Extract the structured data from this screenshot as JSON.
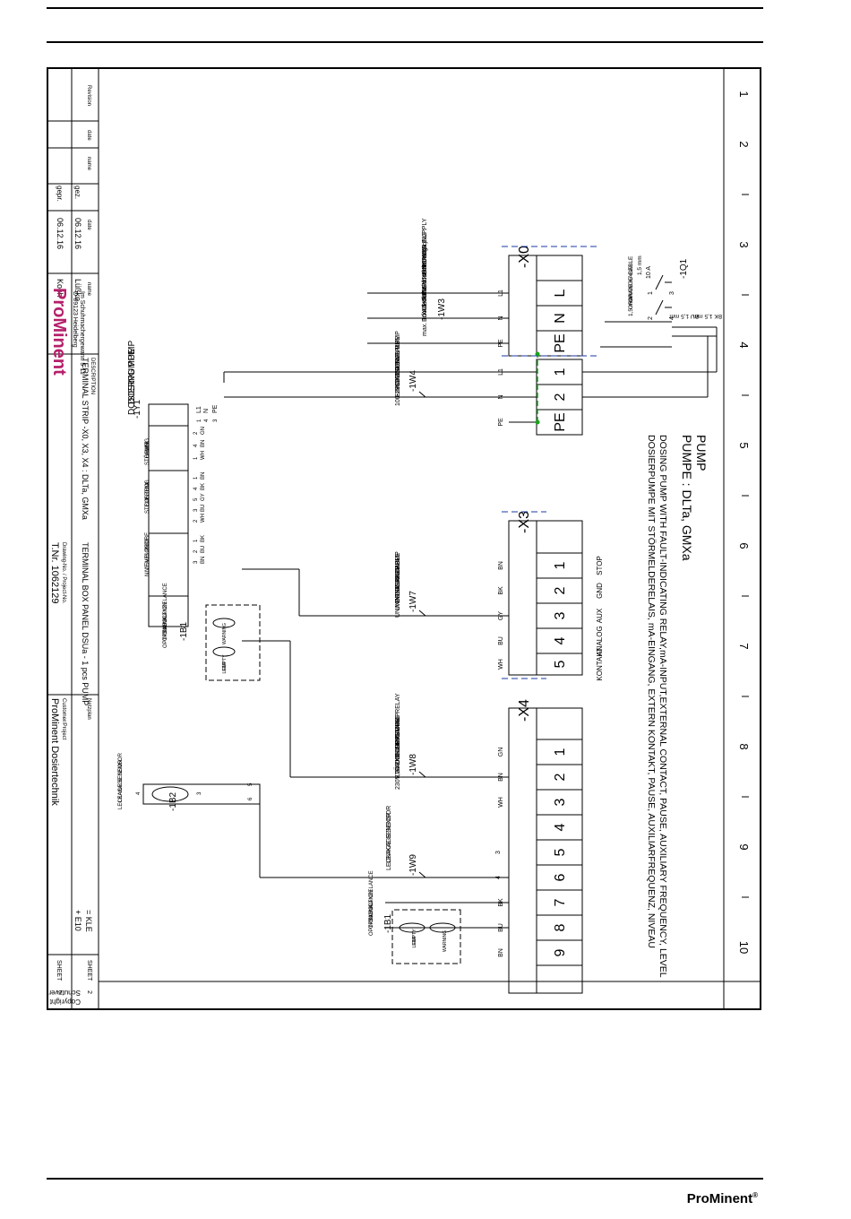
{
  "page": {
    "brand": "ProMinent"
  },
  "diagram": {
    "title": {
      "line1": "PUMP",
      "line2": "PUMPE : DLTa, GMXa",
      "line3": "DOSING PUMP WITH FAULT-INDICATING RELAY,mA-INPUT,EXTERNAL CONTACT, PAUSE, AUXILIARY FREQUENCY, LEVEL",
      "line4": "DOSIERPUMPE MIT STÖRMELDERELAIS, mA-EINGANG, EXTERN KONTAKT, PAUSE, AUXILIARFREQUENZ, NIVEAU"
    },
    "grid_numbers": [
      "1",
      "2",
      "3",
      "4",
      "5",
      "6",
      "7",
      "8",
      "9",
      "10"
    ],
    "x0": {
      "label": "-X0",
      "terminals": [
        "L",
        "N",
        "PE"
      ],
      "wire_labels": [
        "L1",
        "N",
        "PE"
      ]
    },
    "x1_supply": {
      "terminals": [
        "1",
        "2",
        "PE"
      ],
      "wire_labels": [
        "L1",
        "N",
        "PE"
      ]
    },
    "x3": {
      "label": "-X3",
      "terminals": [
        "1",
        "2",
        "3",
        "4",
        "5"
      ],
      "signals": [
        "STOP",
        "GND",
        "AUX",
        "ANALOG",
        "KONTAKT"
      ],
      "wire_labels": [
        "BN",
        "BK",
        "GY",
        "BU",
        "WH"
      ]
    },
    "x4": {
      "label": "-X4",
      "terminals": [
        "1",
        "2",
        "3",
        "4",
        "5",
        "6",
        "7",
        "8",
        "9"
      ],
      "wire_labels_a": [
        "GN",
        "BN",
        "WH"
      ],
      "wire_labels_b": [
        "3",
        "4"
      ],
      "wire_labels_c": [
        "BK",
        "BU",
        "BN"
      ]
    },
    "breaker": {
      "tag": "-1Q1",
      "rating": "10 A",
      "pins": [
        "1",
        "2",
        "3",
        "4"
      ],
      "cable1": "BK 1,5 mm",
      "cable2": "BU 1,5 mm",
      "cable3": "1,5 mm",
      "cable4": "ORANGE CABLE",
      "cable5": "ORANGE KABEL",
      "cable6": "1,5 mm"
    },
    "w3": {
      "tag": "-1W3",
      "lines": [
        "ATTENTION:",
        "External fuse necessary",
        "ACHTUNG:",
        "Erforderliche Vorsicherung",
        "max. 10 A",
        "POWER SUPPLY",
        "EINSPEISUNG :"
      ]
    },
    "w4": {
      "tag": "-1W4",
      "lines": [
        "DOSING PUMP",
        "DOSIERPUMPE",
        "POWER SUPPLY",
        "EINSPEISUNG",
        "100-230V"
      ]
    },
    "w7": {
      "tag": "-1W7",
      "lines": [
        "DOSING PUMP",
        "DOSIERPUMPE",
        "UNIVERSAL CABLE",
        "UNIVERSALKABEL"
      ]
    },
    "w8": {
      "tag": "-1W8",
      "lines": [
        "DOSING PUMP",
        "DOSIERPUMPE",
        "FAULT-INDICATING RELAY",
        "STÖRMELDERELAIS",
        "230V,2A"
      ]
    },
    "w9": {
      "tag": "-1W9",
      "lines": [
        "LEAKAGE SENSOR",
        "LECKAGE SENSOR"
      ]
    },
    "b1_top": {
      "tag": "-1B1",
      "sw1": "WARNING",
      "sw2": "EMPTY",
      "sw3": "LEER",
      "lines": [
        "SUCTION LANCE",
        "SAUGLANZE",
        "OPTIONAL",
        "OPTION"
      ]
    },
    "b1_pump": {
      "tag": "-1B1",
      "sw1": "WARNING",
      "sw2": "EMPTY",
      "sw3": "LEER",
      "lines": [
        "SUCTION LANCE",
        "SAUGLANZE",
        "OPTIONAL",
        "OPTION"
      ]
    },
    "b2": {
      "tag": "-1B2",
      "pins": [
        "3",
        "4",
        "5",
        "6"
      ],
      "lines": [
        "LEAKAGE SENSOR",
        "LECKAGE SENSOR"
      ]
    },
    "pump": {
      "tag": "-1Y1",
      "name1": "DOSING PUMP",
      "name2": "DOSIERPUMPE",
      "sec_power": [
        "L1",
        "N",
        "PE"
      ],
      "sec_power_pins": [
        "1",
        "4",
        "3"
      ],
      "sec_fault_title": [
        "WH",
        "FAULT",
        "STÖRUNG"
      ],
      "sec_fault_pins": [
        "GN",
        "BN",
        "WH"
      ],
      "sec_fault_nums": [
        "2",
        "4",
        "1"
      ],
      "sec_control_title": [
        "CONTROL",
        "STEUERUNG"
      ],
      "sec_control_colors": [
        "BN",
        "BK",
        "GY",
        "BU",
        "WH"
      ],
      "sec_control_nums": [
        "1",
        "4",
        "5",
        "3",
        "2"
      ],
      "sec_level_title": [
        "LEVEL PROBE",
        "NIVEAUSONDE"
      ],
      "sec_level_colors": [
        "BK",
        "BU",
        "BN"
      ],
      "sec_level_nums": [
        "1",
        "2",
        "3"
      ]
    },
    "title_block": {
      "rev_col": "Revision",
      "date_col": "date",
      "name_col": "name",
      "date_head": "date",
      "name_head": "name",
      "row1_label": "gez.",
      "row1_date": "06.12.16",
      "row1_name": "Lüßko",
      "row2_label": "gepr.",
      "row2_date": "06.12.16",
      "row2_name": "Koch",
      "company_logo": "ProMinent",
      "address1": "Im Schuhmachergewann 5-11",
      "address2": "D-69123 Heidelberg",
      "desc_label": "DESCRIPTION",
      "description1": "TERMINAL STRIP -X0, X3, X4 : DLTa, GMXa",
      "description2": "TERMINAL BOX PANEL DSUa - 1 pcs PUMP",
      "drawing_label": "Drawing-No. / Project-No.",
      "drawing_no": "T.Nr. 1062129",
      "customer_label": "Customer/Project",
      "customer": "ProMinent Dosiertechnik",
      "net_plan": "Netzplan",
      "plant": "= KLE",
      "location": "+ E10",
      "sheet_label": "SHEET",
      "sheet_no": "2",
      "sheets_label": "SHEET",
      "sheets_no": "2"
    },
    "copyright1": "Copyright reserved",
    "copyright2": "Schutzvermerk nach DIN 34 beachten"
  }
}
